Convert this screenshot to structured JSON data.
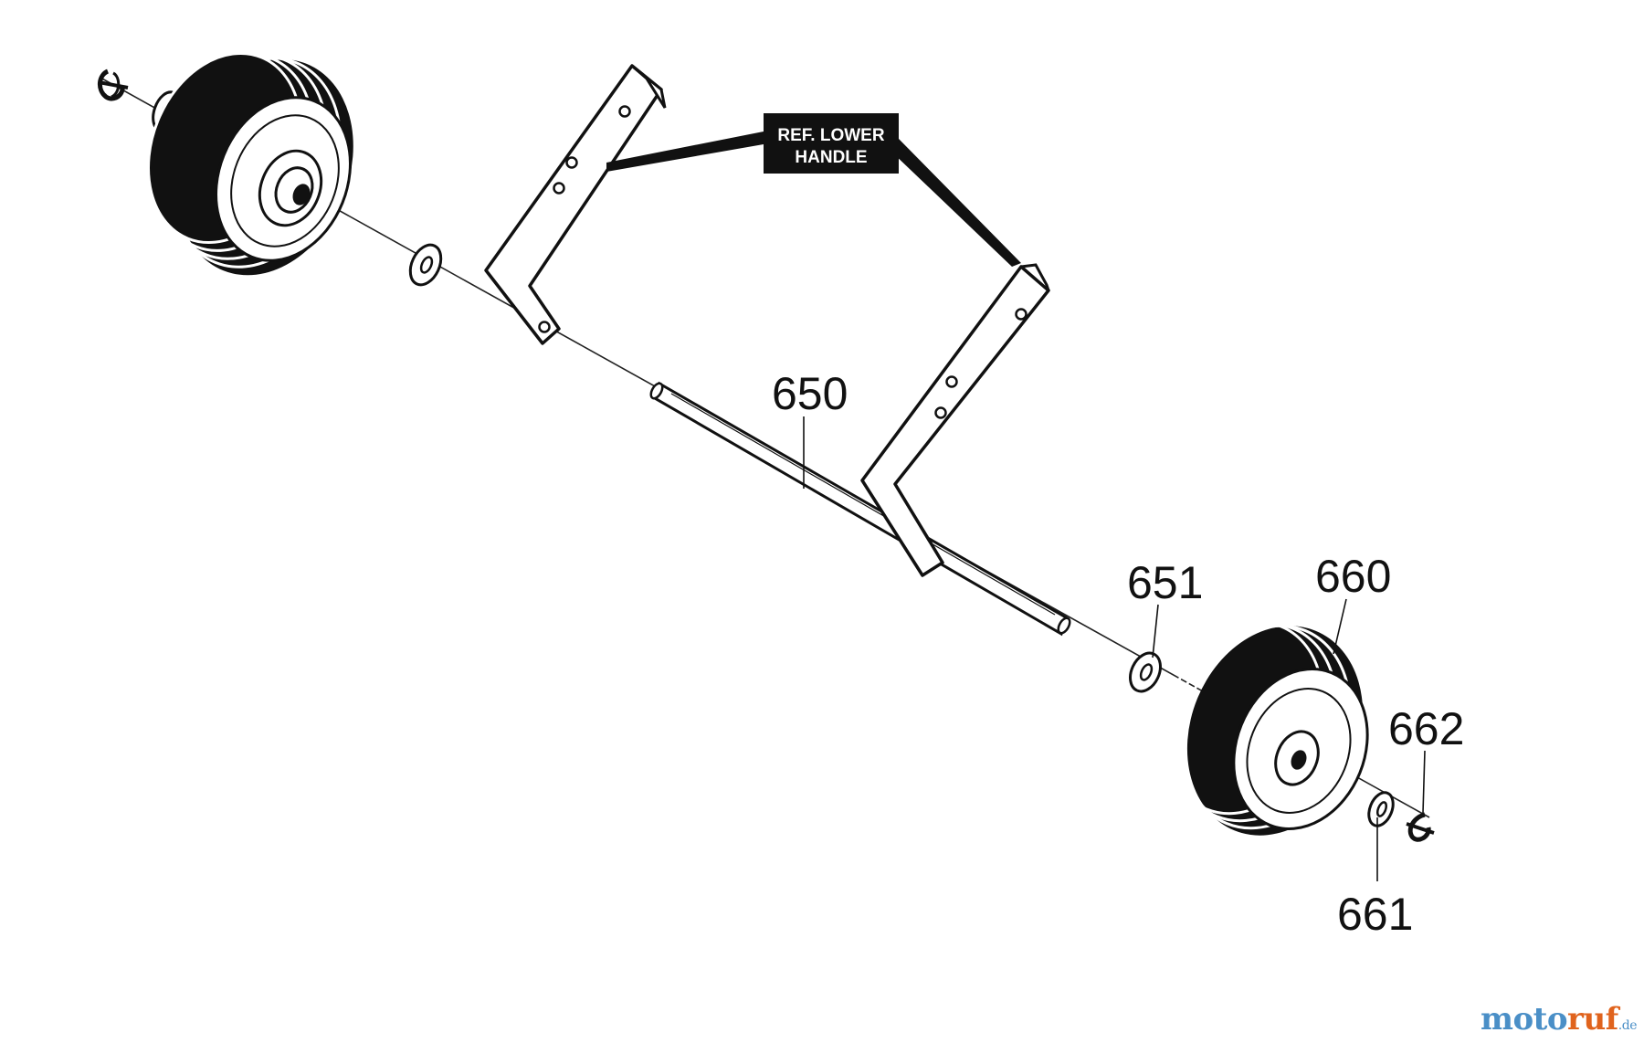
{
  "diagram": {
    "callout": {
      "line1": "REF. LOWER",
      "line2": "HANDLE"
    },
    "parts": [
      {
        "id": "650",
        "label": "650"
      },
      {
        "id": "651",
        "label": "651"
      },
      {
        "id": "660",
        "label": "660"
      },
      {
        "id": "661",
        "label": "661"
      },
      {
        "id": "662",
        "label": "662"
      }
    ]
  },
  "watermark": {
    "part1": "moto",
    "part2": "ruf",
    "tld": ".de"
  }
}
